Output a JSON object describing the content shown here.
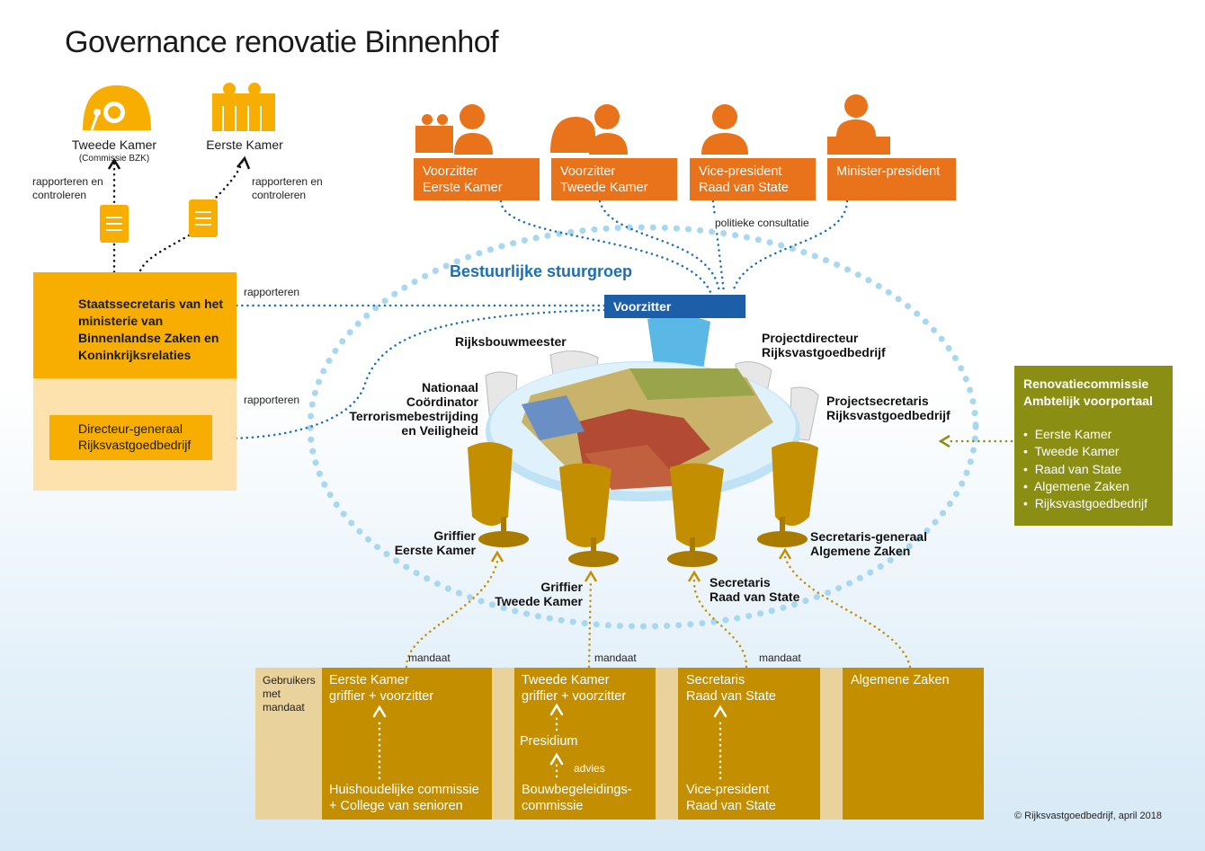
{
  "title": "Governance renovatie Binnenhof",
  "top_left": {
    "tweede_kamer": "Tweede Kamer",
    "tweede_kamer_sub": "(Commissie BZK)",
    "eerste_kamer": "Eerste Kamer",
    "rap_left": "rapporteren en\ncontroleren",
    "rap_right": "rapporteren en\ncontroleren"
  },
  "staats_box": {
    "text": "Staatssecretaris van het ministerie van Binnenlandse Zaken en Koninkrijksrelaties",
    "dg": "Directeur-generaal Rijksvastgoedbedrijf"
  },
  "rapporteren_1": "rapporteren",
  "rapporteren_2": "rapporteren",
  "top_boxes": [
    {
      "label": "Voorzitter\nEerste Kamer"
    },
    {
      "label": "Voorzitter\nTweede Kamer"
    },
    {
      "label": "Vice-president\nRaad van State"
    },
    {
      "label": "Minister-president"
    }
  ],
  "politieke_consultatie": "politieke consultatie",
  "stuurgroep_title": "Bestuurlijke stuurgroep",
  "voorzitter": "Voorzitter",
  "seats": {
    "rijksbouwmeester": "Rijksbouwmeester",
    "projectdirecteur": "Projectdirecteur\nRijksvastgoedbedrijf",
    "nctv": "Nationaal\nCoördinator\nTerrorismebestrijding\nen Veiligheid",
    "projectsecretaris": "Projectsecretaris\nRijksvastgoedbedrijf",
    "griffier_ek": "Griffier\nEerste Kamer",
    "griffier_tk": "Griffier\nTweede Kamer",
    "secretaris_rvs": "Secretaris\nRaad van State",
    "sg_az": "Secretaris-generaal\nAlgemene Zaken"
  },
  "renovatie": {
    "title": "Renovatiecommissie\nAmbtelijk voorportaal",
    "items": [
      "Eerste Kamer",
      "Tweede Kamer",
      "Raad van State",
      "Algemene Zaken",
      "Rijksvastgoedbedrijf"
    ]
  },
  "mandaat": [
    "mandaat",
    "mandaat",
    "mandaat"
  ],
  "bottom": {
    "label": "Gebruikers\nmet\nmandaat",
    "col1_top": "Eerste Kamer\ngriffier + voorzitter",
    "col1_bottom": "Huishoudelijke commissie\n+ College van senioren",
    "col2_top": "Tweede Kamer\ngriffier + voorzitter",
    "col2_mid": "Presidium",
    "col2_advies": "advies",
    "col2_bottom": "Bouwbegeleidings-\ncommissie",
    "col3_top": "Secretaris\nRaad van State",
    "col3_bottom": "Vice-president\nRaad van State",
    "col4_top": "Algemene Zaken"
  },
  "copyright": "© Rijksvastgoedbedrijf, april 2018",
  "colors": {
    "orange": "#e8731a",
    "yellow": "#f7ae00",
    "gold": "#c38f00",
    "olive": "#8a8f14",
    "blue": "#1c6fb5",
    "dot_blue": "#9fd3ef"
  }
}
